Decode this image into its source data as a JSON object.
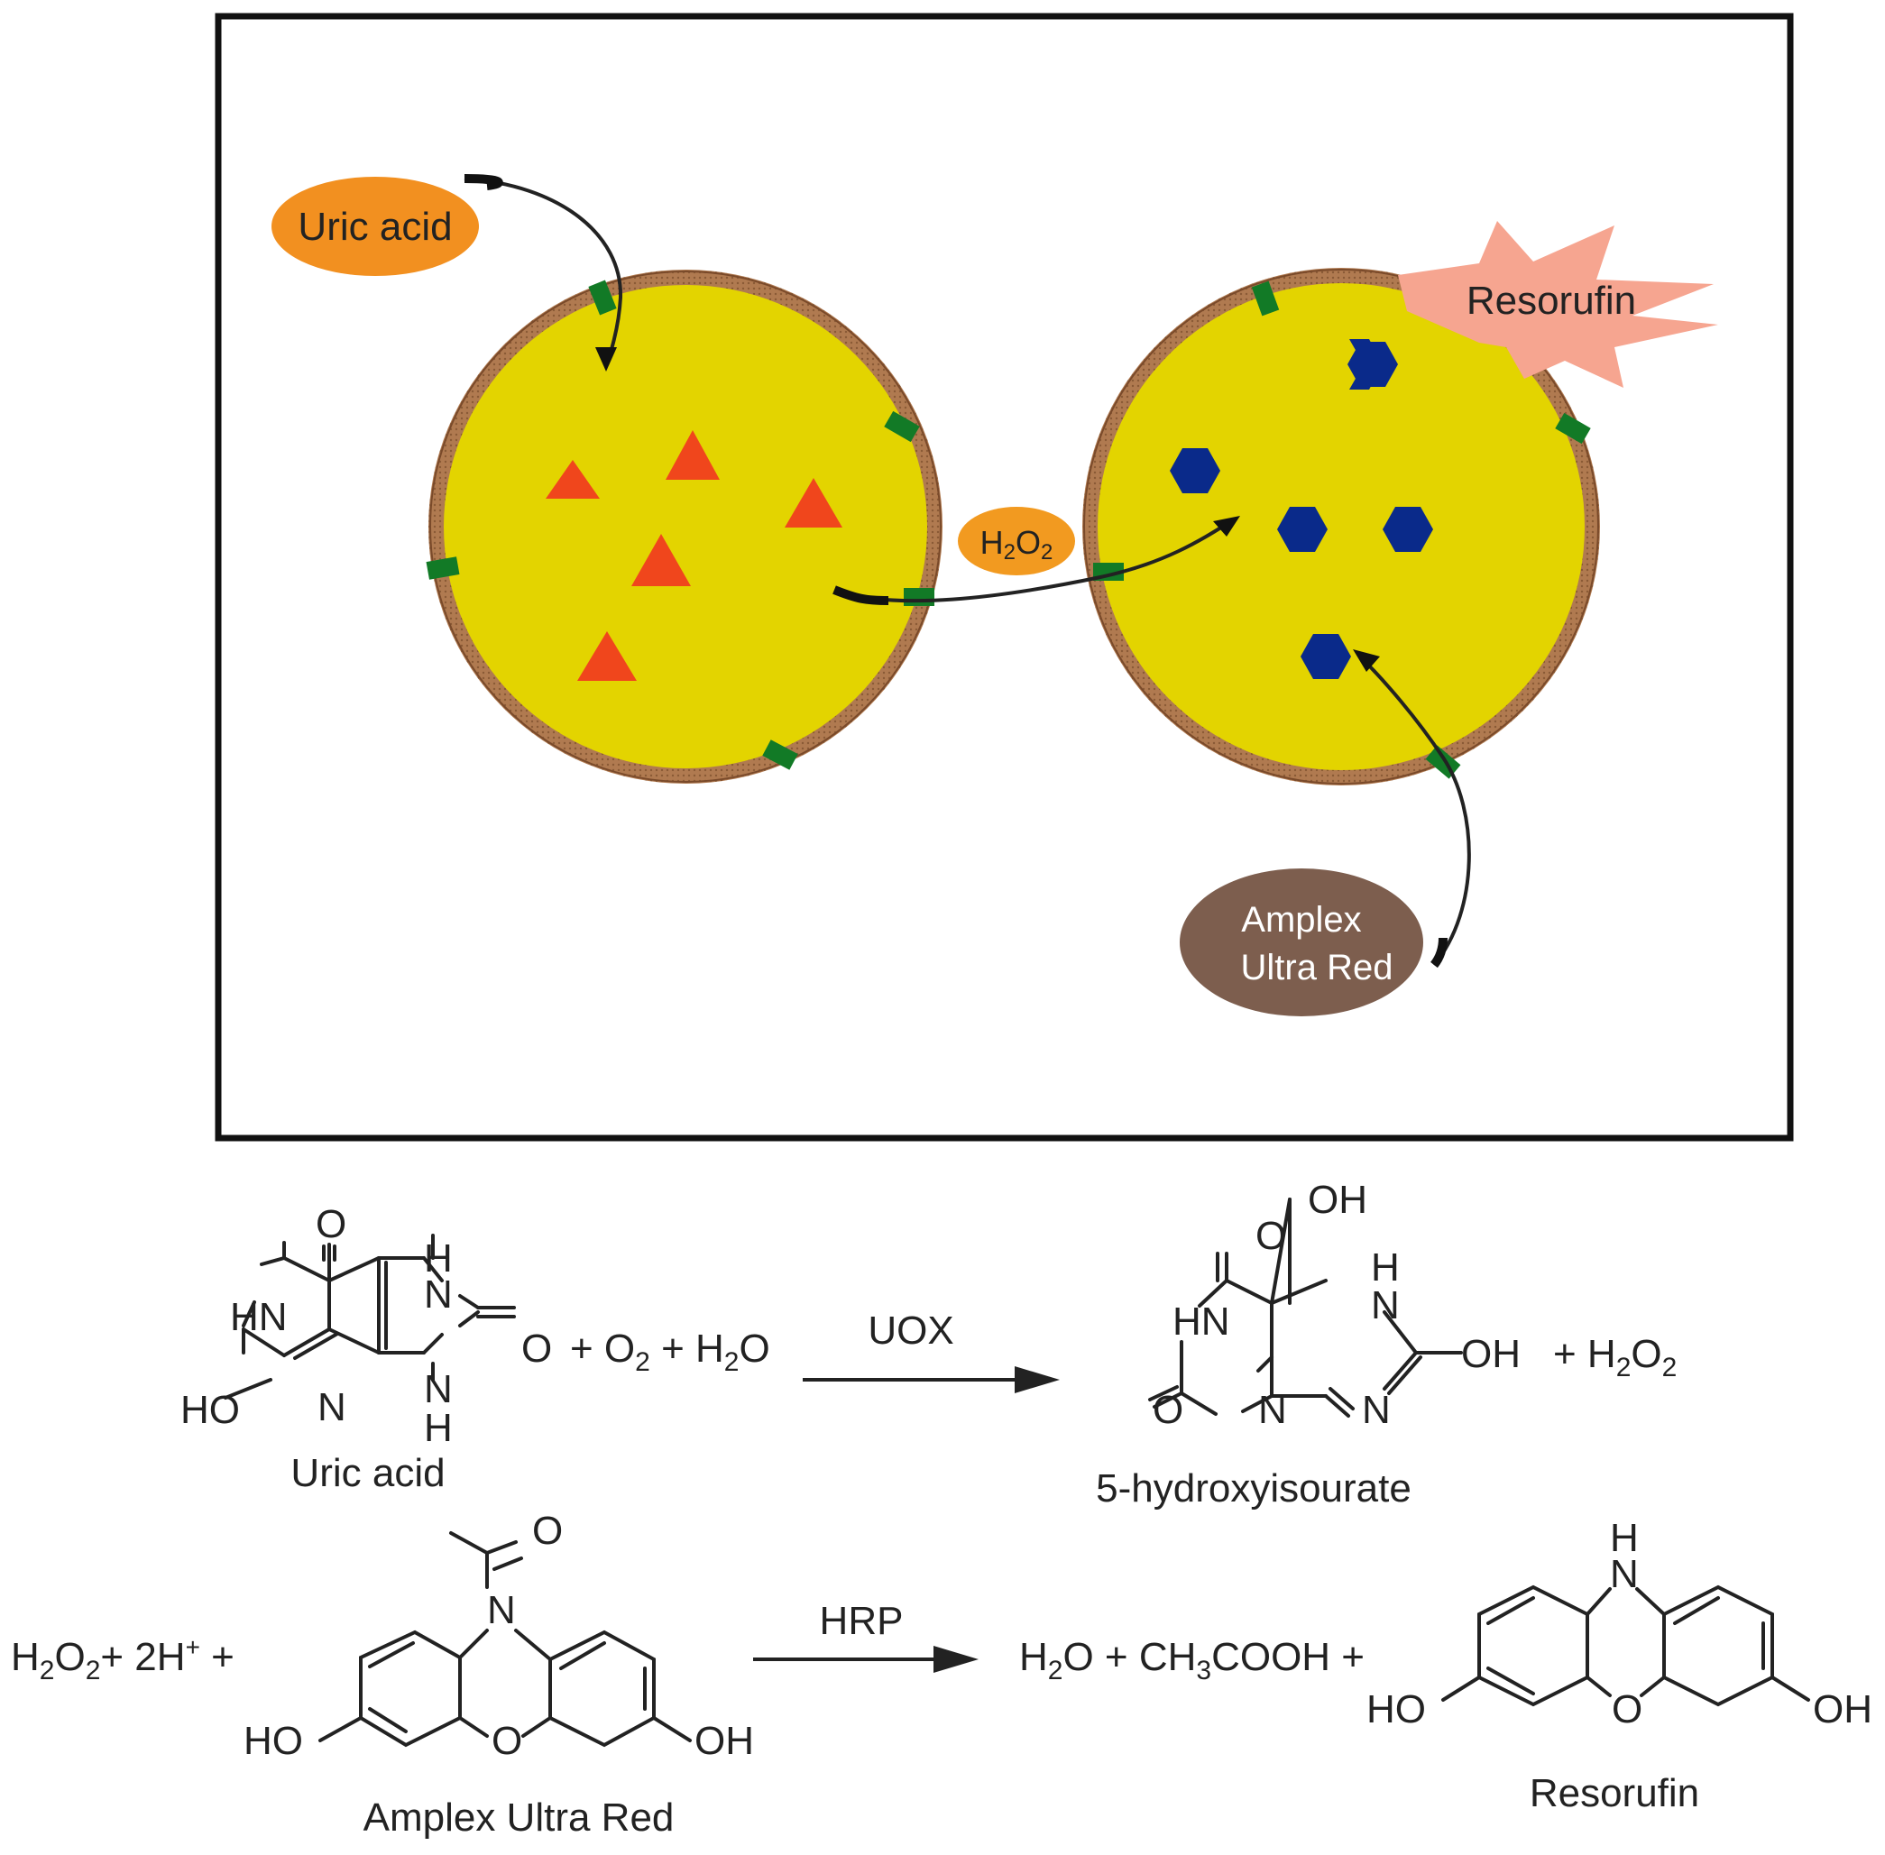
{
  "schematic": {
    "uric_acid": "Uric acid",
    "h2o2_main": "H",
    "h2o2_sub2": "2",
    "h2o2_o": "O",
    "amplex_line1": "Amplex",
    "amplex_line2": "Ultra Red",
    "resorufin": "Resorufin",
    "colors": {
      "cell_fill": "#e3d400",
      "membrane": "#a8714a",
      "channel": "#127a26",
      "triangle": "#f0461c",
      "hexagon": "#0a2a8a",
      "uric_badge": "#f29020",
      "h2o2_badge": "#f29a20",
      "amplex_badge": "#7d5e4e",
      "resorufin_burst": "#f6a590"
    },
    "icons": [
      "uric-acid-arrow",
      "h2o2-transfer-arrow",
      "amplex-arrow",
      "triangle-marker",
      "hexagon-marker",
      "burst-shape"
    ]
  },
  "reaction1": {
    "reactant_name": "Uric acid",
    "product_name": "5-hydroxyisourate",
    "plus_o2": "+ O",
    "o2_sub": "2",
    "plus_h2o": " + H",
    "h2o_sub": "2",
    "h2o_tail": "O",
    "enzyme": "UOX",
    "product_plus": "+ H",
    "product_sub1": "2",
    "product_o": "O",
    "product_sub2": "2",
    "atoms": {
      "O": "O",
      "H": "H",
      "HN": "HN",
      "N": "N",
      "HO": "HO",
      "OH": "OH"
    }
  },
  "reaction2": {
    "lhs_h": "H",
    "lhs_sub1": "2",
    "lhs_o": "O",
    "lhs_sub2": "2",
    "lhs_rest": "+ 2H",
    "lhs_sup": "+",
    "lhs_plus": " +",
    "enzyme": "HRP",
    "rhs_h": "H",
    "rhs_sub": "2",
    "rhs_o": "O + CH",
    "rhs_sub3": "3",
    "rhs_cooh": "COOH +",
    "reactant_name": "Amplex Ultra Red",
    "product_name": "Resorufin",
    "atoms": {
      "O": "O",
      "N": "N",
      "H": "H",
      "HO": "HO",
      "OH": "OH"
    }
  }
}
